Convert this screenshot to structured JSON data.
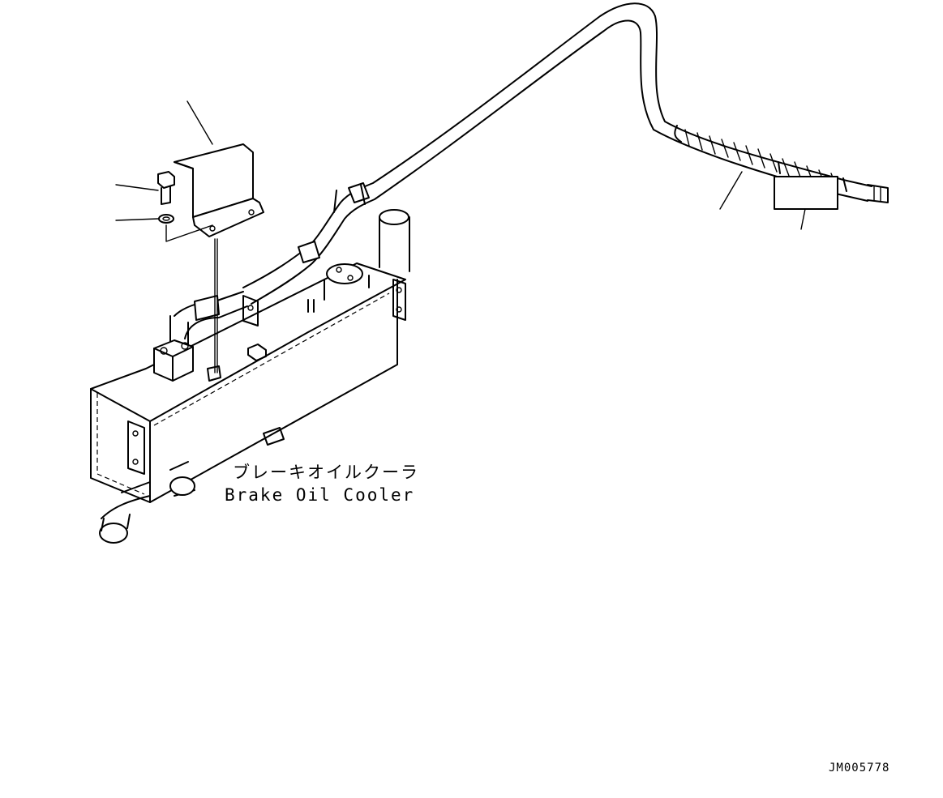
{
  "component": {
    "name_ja": "ブレーキオイルクーラ",
    "name_en": "Brake Oil Cooler"
  },
  "drawing_number": "JM005778"
}
